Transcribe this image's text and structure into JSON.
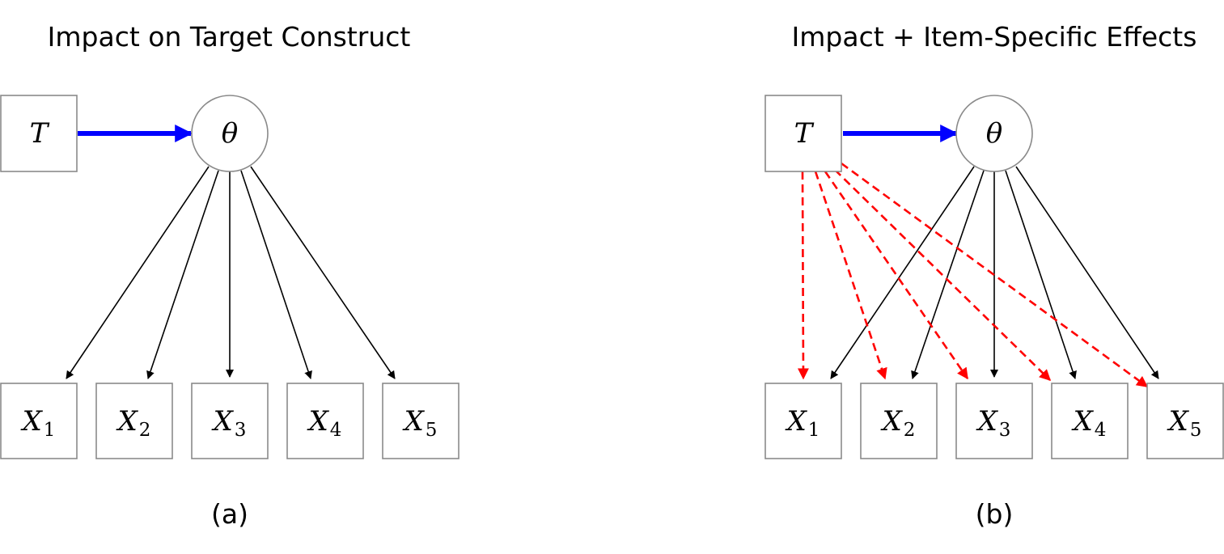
{
  "panels": [
    {
      "title": "Impact on Target Construct",
      "caption": "(a)",
      "treatment_label": "T",
      "latent_label": "θ",
      "items": [
        {
          "var": "X",
          "sub": "1"
        },
        {
          "var": "X",
          "sub": "2"
        },
        {
          "var": "X",
          "sub": "3"
        },
        {
          "var": "X",
          "sub": "4"
        },
        {
          "var": "X",
          "sub": "5"
        }
      ],
      "item_specific_effects": false
    },
    {
      "title": "Impact + Item-Specific Effects",
      "caption": "(b)",
      "treatment_label": "T",
      "latent_label": "θ",
      "items": [
        {
          "var": "X",
          "sub": "1"
        },
        {
          "var": "X",
          "sub": "2"
        },
        {
          "var": "X",
          "sub": "3"
        },
        {
          "var": "X",
          "sub": "4"
        },
        {
          "var": "X",
          "sub": "5"
        }
      ],
      "item_specific_effects": true
    }
  ],
  "colors": {
    "impact_arrow": "#0000ff",
    "loading_arrow": "#000000",
    "item_effect_arrow": "#ff0000",
    "node_border": "#8a8a8a"
  }
}
